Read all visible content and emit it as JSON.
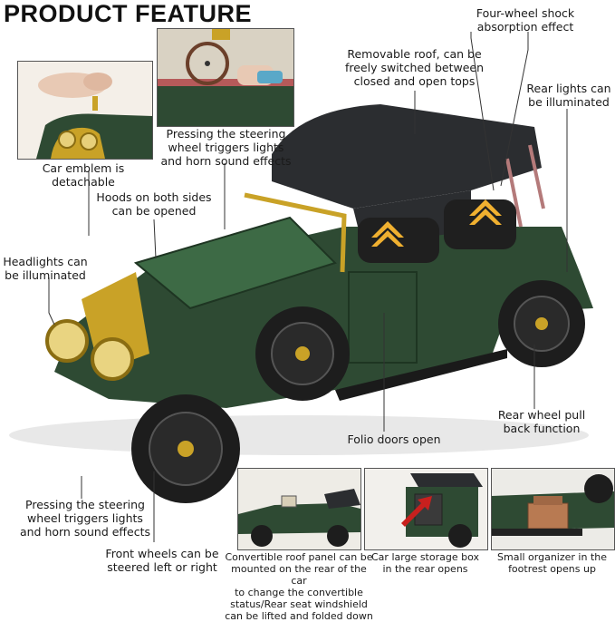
{
  "title": "PRODUCT FEATURE",
  "labels": {
    "car_emblem": "Car emblem is detachable",
    "steering_top": "Pressing the steering\nwheel triggers lights\nand horn sound effects",
    "removable_roof": "Removable roof, can be\nfreely switched between\nclosed and open tops",
    "four_wheel_shock": "Four-wheel shock\nabsorption effect",
    "rear_lights": "Rear lights can\nbe illuminated",
    "hoods": "Hoods on both sides\ncan be opened",
    "headlights": "Headlights can\nbe illuminated",
    "folio_doors": "Folio doors open",
    "rear_wheel_pull": "Rear wheel pull\nback function",
    "steering_bottom": "Pressing the steering\nwheel triggers lights\nand horn sound effects",
    "front_wheels": "Front wheels can be\nsteered left or right",
    "convertible_roof": "Convertible roof panel can be\nmounted on the rear of the car\nto change the convertible\nstatus/Rear seat windshield\ncan be lifted and folded down",
    "storage_box": "Car large storage box\nin the rear opens",
    "organizer": "Small organizer in the\nfootrest opens up"
  },
  "colors": {
    "car_body": "#2e4a33",
    "roof": "#2b2d30",
    "gold": "#c9a227",
    "tire": "#1d1d1d",
    "seat_accent": "#f0b030",
    "box_brown": "#b87a52",
    "arrow_red": "#c8201e",
    "leader_line": "#333333"
  },
  "icons": [
    "arrow-up-icon"
  ]
}
